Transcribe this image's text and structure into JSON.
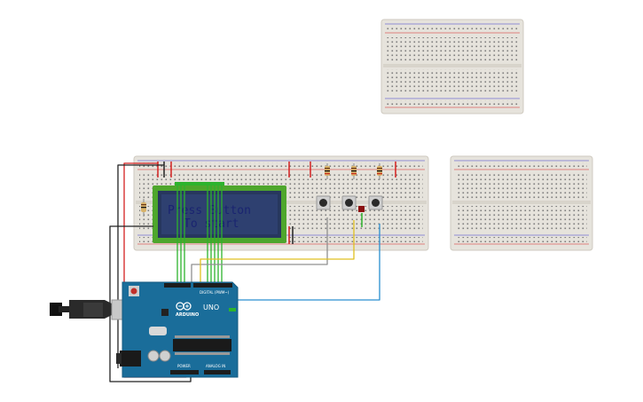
{
  "lcd": {
    "line1": "Press Button",
    "line2": "To start"
  },
  "arduino": {
    "model_label": "UNO",
    "logo_label": "ARDUINO",
    "digital_label": "DIGITAL (PWM~)",
    "power_label": "POWER",
    "analog_label": "ANALOG IN"
  },
  "colors": {
    "breadboard": "#e6e3dc",
    "arduino_board": "#1a6d9a",
    "lcd_bezel": "#4ea62c",
    "lcd_screen": "#27375e",
    "wire_red": "#d42020",
    "wire_black": "#222222",
    "wire_green": "#2db32d",
    "wire_yellow": "#e0c020",
    "wire_blue": "#2a8fd0",
    "wire_gray": "#909090"
  },
  "icons": [
    "usb-plug-icon",
    "arduino-logo-icon",
    "push-button-icon",
    "resistor-icon",
    "potentiometer-icon"
  ]
}
